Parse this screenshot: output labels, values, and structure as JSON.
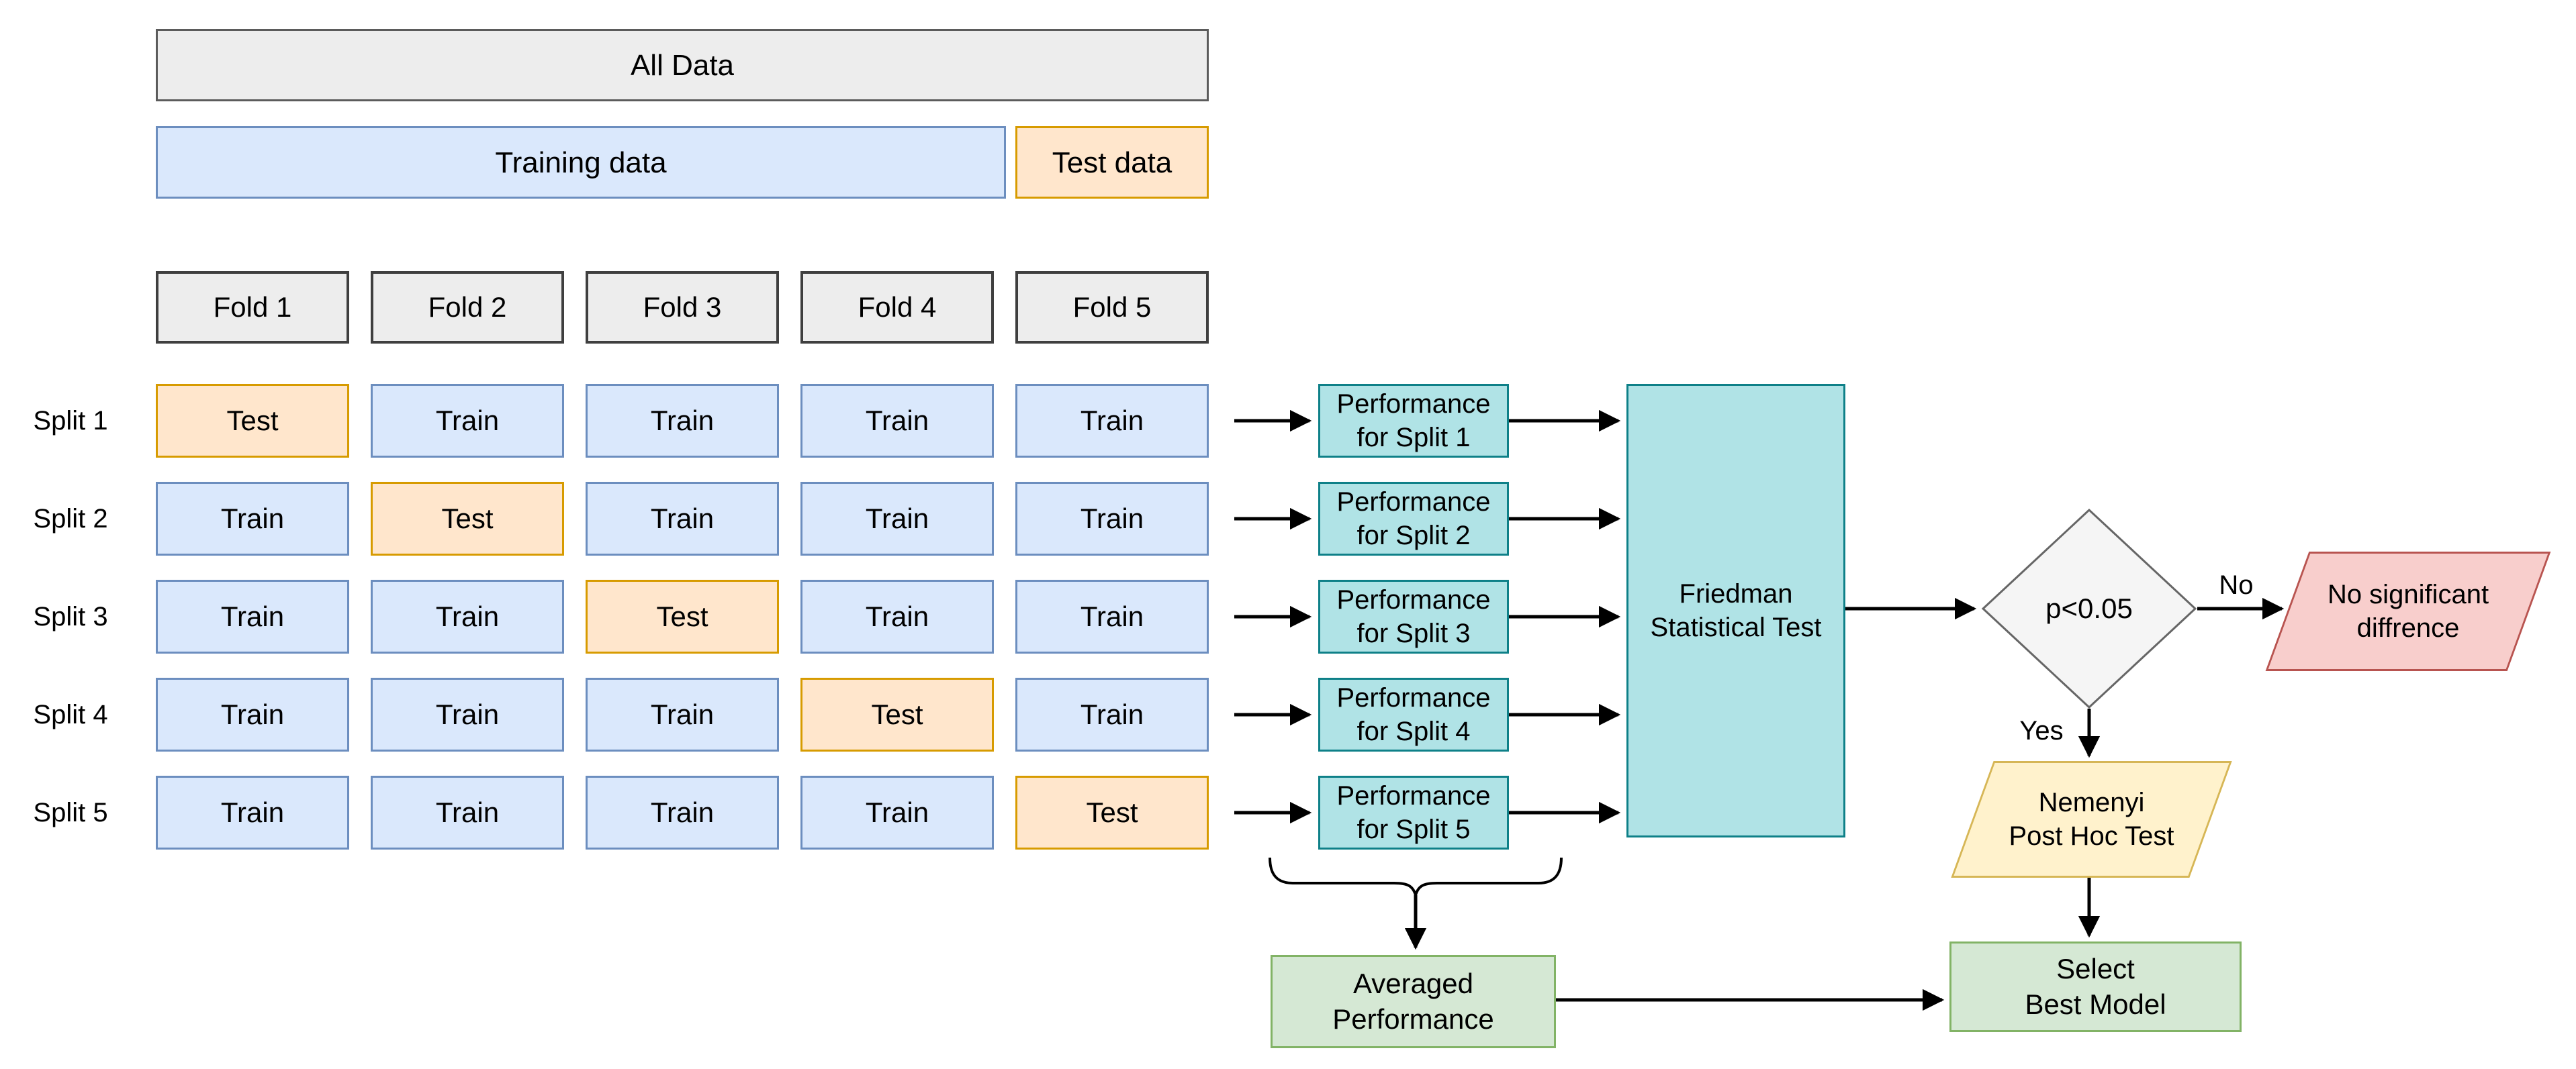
{
  "diagram": {
    "overview": {
      "all_data": "All Data",
      "training": "Training data",
      "test": "Test data"
    },
    "folds": [
      "Fold 1",
      "Fold 2",
      "Fold 3",
      "Fold 4",
      "Fold 5"
    ],
    "splits": [
      {
        "label": "Split 1",
        "cells": [
          {
            "text": "Test",
            "type": "test"
          },
          {
            "text": "Train",
            "type": "train"
          },
          {
            "text": "Train",
            "type": "train"
          },
          {
            "text": "Train",
            "type": "train"
          },
          {
            "text": "Train",
            "type": "train"
          }
        ],
        "performance": {
          "line1": "Performance",
          "line2": "for Split 1"
        }
      },
      {
        "label": "Split 2",
        "cells": [
          {
            "text": "Train",
            "type": "train"
          },
          {
            "text": "Test",
            "type": "test"
          },
          {
            "text": "Train",
            "type": "train"
          },
          {
            "text": "Train",
            "type": "train"
          },
          {
            "text": "Train",
            "type": "train"
          }
        ],
        "performance": {
          "line1": "Performance",
          "line2": "for Split 2"
        }
      },
      {
        "label": "Split 3",
        "cells": [
          {
            "text": "Train",
            "type": "train"
          },
          {
            "text": "Train",
            "type": "train"
          },
          {
            "text": "Test",
            "type": "test"
          },
          {
            "text": "Train",
            "type": "train"
          },
          {
            "text": "Train",
            "type": "train"
          }
        ],
        "performance": {
          "line1": "Performance",
          "line2": "for Split 3"
        }
      },
      {
        "label": "Split 4",
        "cells": [
          {
            "text": "Train",
            "type": "train"
          },
          {
            "text": "Train",
            "type": "train"
          },
          {
            "text": "Train",
            "type": "train"
          },
          {
            "text": "Test",
            "type": "test"
          },
          {
            "text": "Train",
            "type": "train"
          }
        ],
        "performance": {
          "line1": "Performance",
          "line2": "for Split 4"
        }
      },
      {
        "label": "Split 5",
        "cells": [
          {
            "text": "Train",
            "type": "train"
          },
          {
            "text": "Train",
            "type": "train"
          },
          {
            "text": "Train",
            "type": "train"
          },
          {
            "text": "Train",
            "type": "train"
          },
          {
            "text": "Test",
            "type": "test"
          }
        ],
        "performance": {
          "line1": "Performance",
          "line2": "for Split 5"
        }
      }
    ],
    "friedman": {
      "line1": "Friedman",
      "line2": "Statistical Test"
    },
    "decision": {
      "condition": "p<0.05",
      "no_label": "No",
      "yes_label": "Yes"
    },
    "outcomes": {
      "no_difference": {
        "line1": "No significant",
        "line2": "diffrence"
      },
      "nemenyi": {
        "line1": "Nemenyi",
        "line2": "Post Hoc Test"
      },
      "averaged": {
        "line1": "Averaged",
        "line2": "Performance"
      },
      "select_best": {
        "line1": "Select",
        "line2": "Best Model"
      }
    },
    "colors": {
      "train_fill": "#dae8fc",
      "train_border": "#6c8ebf",
      "test_fill": "#ffe6cc",
      "test_border": "#d79b00",
      "header_fill": "#ededed",
      "header_border": "#5b5b5b",
      "fold_border": "#3f3f3f",
      "performance_fill": "#b0e3e6",
      "performance_border": "#0e8088",
      "decision_fill": "#f5f5f5",
      "decision_border": "#666666",
      "negative_fill": "#f8cecc",
      "negative_border": "#b85450",
      "nemenyi_fill": "#fff2cc",
      "nemenyi_border": "#d6b656",
      "result_fill": "#d5e8d4",
      "result_border": "#82b366",
      "connector": "#000000"
    }
  }
}
